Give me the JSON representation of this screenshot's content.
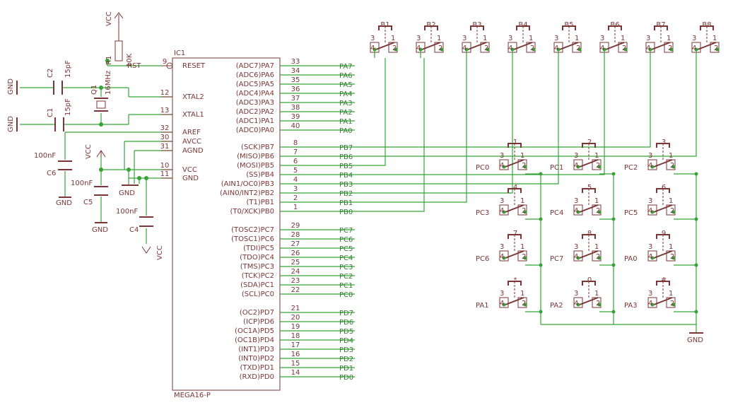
{
  "ic": {
    "name": "IC1",
    "value": "MEGA16-P",
    "left_pins": [
      {
        "num": "9",
        "name": "RESET"
      },
      {
        "num": "12",
        "name": "XTAL2"
      },
      {
        "num": "13",
        "name": "XTAL1"
      },
      {
        "num": "32",
        "name": "AREF"
      },
      {
        "num": "30",
        "name": "AVCC"
      },
      {
        "num": "31",
        "name": "AGND"
      },
      {
        "num": "10",
        "name": "VCC"
      },
      {
        "num": "11",
        "name": "GND"
      }
    ],
    "right_pins": [
      {
        "num": "33",
        "name": "(ADC7)PA7",
        "net": "PA7"
      },
      {
        "num": "34",
        "name": "(ADC6)PA6",
        "net": "PA6"
      },
      {
        "num": "35",
        "name": "(ADC5)PA5",
        "net": "PA5"
      },
      {
        "num": "36",
        "name": "(ADC4)PA4",
        "net": "PA4"
      },
      {
        "num": "37",
        "name": "(ADC3)PA3",
        "net": "PA3"
      },
      {
        "num": "38",
        "name": "(ADC2)PA2",
        "net": "PA2"
      },
      {
        "num": "39",
        "name": "(ADC1)PA1",
        "net": "PA1"
      },
      {
        "num": "40",
        "name": "(ADC0)PA0",
        "net": "PA0"
      },
      {
        "num": "8",
        "name": "(SCK)PB7",
        "net": "PB7"
      },
      {
        "num": "7",
        "name": "(MISO)PB6",
        "net": "PB6"
      },
      {
        "num": "6",
        "name": "(MOSI)PB5",
        "net": "PB5"
      },
      {
        "num": "5",
        "name": "(SS)PB4",
        "net": "PB4"
      },
      {
        "num": "4",
        "name": "(AIN1/OC0)PB3",
        "net": "PB3"
      },
      {
        "num": "3",
        "name": "(AIN0/INT2)PB2",
        "net": "PB2"
      },
      {
        "num": "2",
        "name": "(T1)PB1",
        "net": "PB1"
      },
      {
        "num": "1",
        "name": "(T0/XCK)PB0",
        "net": "PB0"
      },
      {
        "num": "29",
        "name": "(TOSC2)PC7",
        "net": "PC7"
      },
      {
        "num": "28",
        "name": "(TOSC1)PC6",
        "net": "PC6"
      },
      {
        "num": "27",
        "name": "(TDI)PC5",
        "net": "PC5"
      },
      {
        "num": "26",
        "name": "(TDO)PC4",
        "net": "PC4"
      },
      {
        "num": "25",
        "name": "(TMS)PC3",
        "net": "PC3"
      },
      {
        "num": "24",
        "name": "(TCK)PC2",
        "net": "PC2"
      },
      {
        "num": "23",
        "name": "(SDA)PC1",
        "net": "PC1"
      },
      {
        "num": "22",
        "name": "(SCL)PC0",
        "net": "PC0"
      },
      {
        "num": "21",
        "name": "(OC2)PD7",
        "net": "PD7"
      },
      {
        "num": "20",
        "name": "(ICP)PD6",
        "net": "PD6"
      },
      {
        "num": "19",
        "name": "(OC1A)PD5",
        "net": "PD5"
      },
      {
        "num": "18",
        "name": "(OC1B)PD4",
        "net": "PD4"
      },
      {
        "num": "17",
        "name": "(INT1)PD3",
        "net": "PD3"
      },
      {
        "num": "16",
        "name": "(INT0)PD2",
        "net": "PD2"
      },
      {
        "num": "15",
        "name": "(TXD)PD1",
        "net": "PD1"
      },
      {
        "num": "14",
        "name": "(RXD)PD0",
        "net": "PD0"
      }
    ]
  },
  "labels": {
    "vcc": "VCC",
    "gnd": "GND",
    "rst": "RST",
    "r1": "R1",
    "r1_val": "10K",
    "q1": "Q1",
    "q1_val": "16MHz",
    "c1": "C1",
    "c2": "C2",
    "c_small": "15pF",
    "c_big": "100nF",
    "c4": "C4",
    "c5": "C5",
    "c6": "C6"
  },
  "buttons_top": [
    "B1",
    "B2",
    "B3",
    "B4",
    "B5",
    "B6",
    "B7",
    "B8"
  ],
  "switch_pins": [
    "4",
    "3",
    "1",
    "2"
  ],
  "keypad": {
    "keys": [
      "1",
      "2",
      "3",
      "4",
      "5",
      "6",
      "7",
      "8",
      "9",
      "*",
      "0",
      "#"
    ],
    "row_nets": [
      [
        "PC0",
        "PC1",
        "PC2"
      ],
      [
        "PC3",
        "PC4",
        "PC5"
      ],
      [
        "PC6",
        "PC7",
        "PA0"
      ],
      [
        "PA1",
        "PA2",
        "PA3"
      ]
    ]
  }
}
